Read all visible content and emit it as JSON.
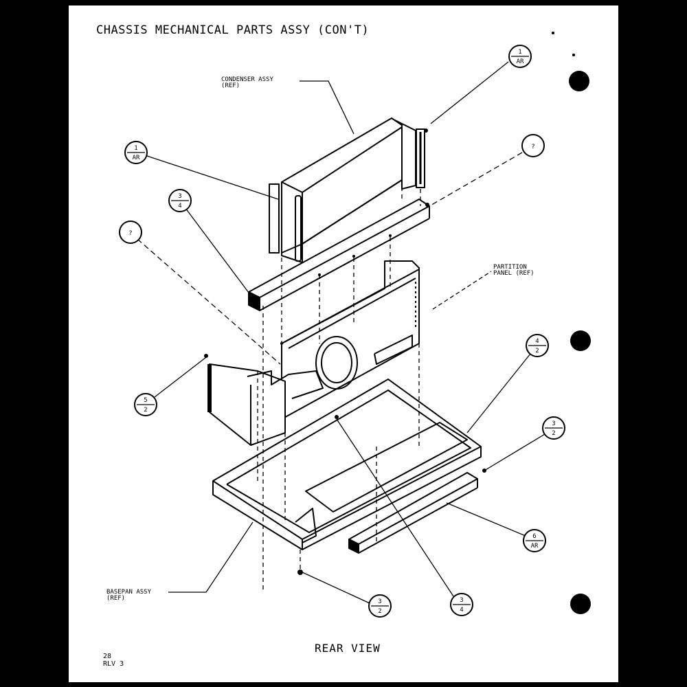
{
  "title": "CHASSIS MECHANICAL PARTS ASSY (CON'T)",
  "view_label": "REAR VIEW",
  "footer": {
    "page": "28",
    "revision": "RLV 3"
  },
  "notes": {
    "condenser": {
      "line1": "CONDENSER ASSY",
      "line2": "(REF)"
    },
    "partition": {
      "line1": "PARTITION",
      "line2": "PANEL (REF)"
    },
    "basepan": {
      "line1": "BASEPAN ASSY",
      "line2": "(REF)"
    }
  },
  "callouts": [
    {
      "id": "c1",
      "top": "1",
      "bottom": "AR"
    },
    {
      "id": "c2",
      "top": "1",
      "bottom": "AR"
    },
    {
      "id": "c3",
      "top": "?",
      "bottom": ""
    },
    {
      "id": "c4",
      "top": "3",
      "bottom": "4"
    },
    {
      "id": "c5",
      "top": "?",
      "bottom": ""
    },
    {
      "id": "c6",
      "top": "4",
      "bottom": "2"
    },
    {
      "id": "c7",
      "top": "5",
      "bottom": "2"
    },
    {
      "id": "c8",
      "top": "3",
      "bottom": "2"
    },
    {
      "id": "c9",
      "top": "6",
      "bottom": "AR"
    },
    {
      "id": "c10",
      "top": "3",
      "bottom": "2"
    },
    {
      "id": "c11",
      "top": "3",
      "bottom": "4"
    }
  ]
}
